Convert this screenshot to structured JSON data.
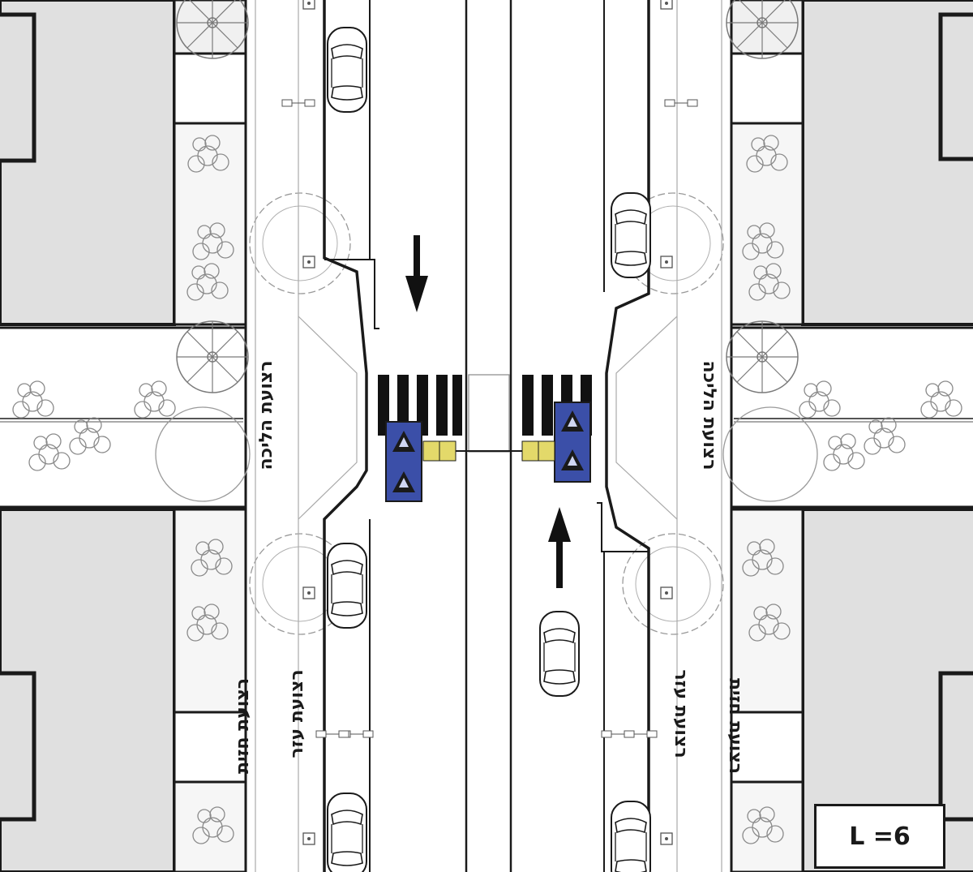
{
  "labels": {
    "walkway_left": "רצועת הליכה",
    "walkway_right": "רצועת הליכה",
    "service_left": "רצועת עזר",
    "service_right": "רצועת עזר",
    "building_left": "רצועת חזית",
    "building_right": "רצועת חזית"
  },
  "scale_label": "L =6",
  "colors": {
    "building_fill": "#e0e0e0",
    "line": "#1a1a1a",
    "tree_line": "#7a7a7a",
    "signal_blue": "#3b4fa8",
    "tactile_yellow": "#e3d96a"
  },
  "icons": {
    "arrow_left": "arrow-down-icon",
    "arrow_right": "arrow-up-icon"
  }
}
